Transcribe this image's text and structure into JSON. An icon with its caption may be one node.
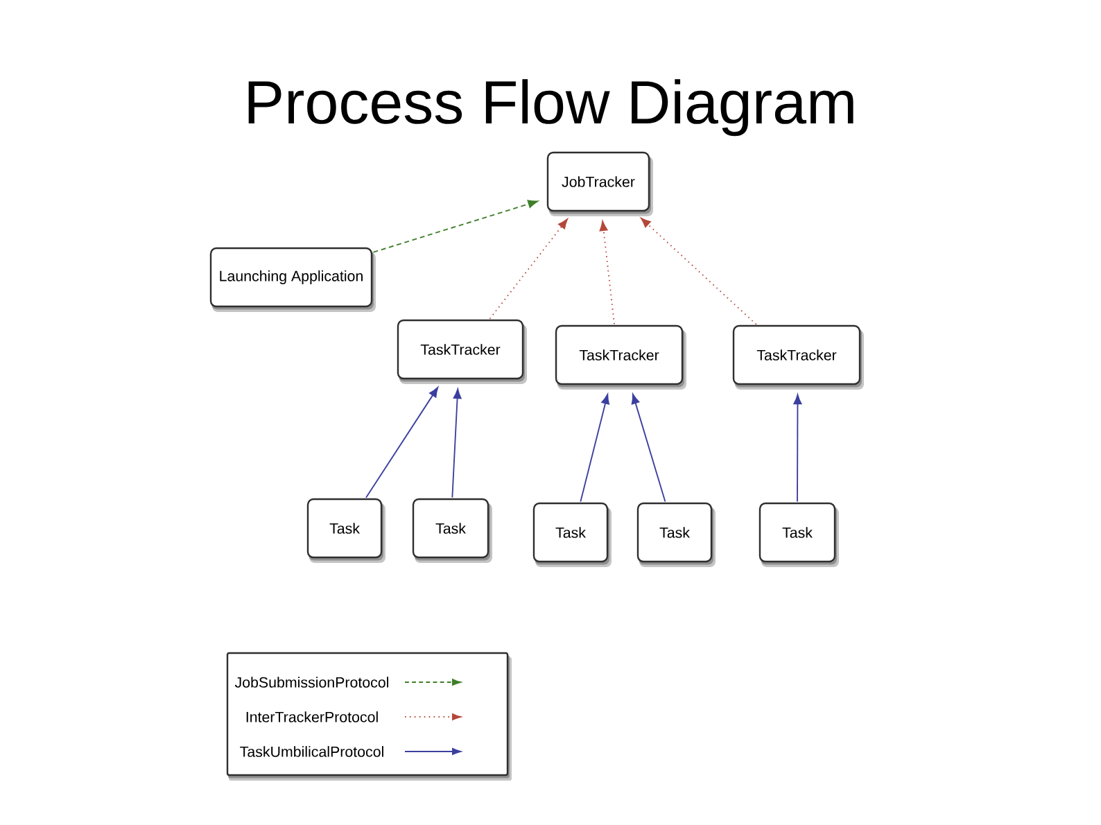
{
  "diagram": {
    "title": "Process Flow Diagram",
    "nodes": [
      {
        "text": [
          "JobTracker"
        ]
      },
      {
        "text": [
          "Launching Application"
        ]
      },
      {
        "text": [
          "TaskTracker"
        ]
      },
      {
        "text": [
          "TaskTracker"
        ]
      },
      {
        "text": [
          "TaskTracker"
        ]
      },
      {
        "text": [
          "Task"
        ]
      },
      {
        "text": [
          "Task"
        ]
      },
      {
        "text": [
          "Task"
        ]
      },
      {
        "text": [
          "Task"
        ]
      },
      {
        "text": [
          "Task"
        ]
      }
    ],
    "edges": [
      {
        "from": 1,
        "to": 0,
        "arrow": "to",
        "style": "dashed",
        "color": "#3f7f2a"
      },
      {
        "from": 2,
        "to": 0,
        "arrow": "to",
        "style": "dashed",
        "color": "#b5473a"
      },
      {
        "from": 3,
        "to": 0,
        "arrow": "to",
        "style": "dashed",
        "color": "#b5473a"
      },
      {
        "from": 4,
        "to": 0,
        "arrow": "to",
        "style": "dashed",
        "color": "#b5473a"
      },
      {
        "from": 5,
        "to": 2,
        "arrow": "to"
      },
      {
        "from": 6,
        "to": 2,
        "arrow": "to"
      },
      {
        "from": 7,
        "to": 3,
        "arrow": "to"
      },
      {
        "from": 8,
        "to": 3,
        "arrow": "to"
      },
      {
        "from": 9,
        "to": 4,
        "arrow": "to"
      }
    ],
    "legend": [
      {
        "text": "JobSubmissionProtocol"
      },
      {
        "text": "InterTrackerProtocol"
      },
      {
        "text": "TaskUmbilicalProtocol"
      }
    ]
  }
}
